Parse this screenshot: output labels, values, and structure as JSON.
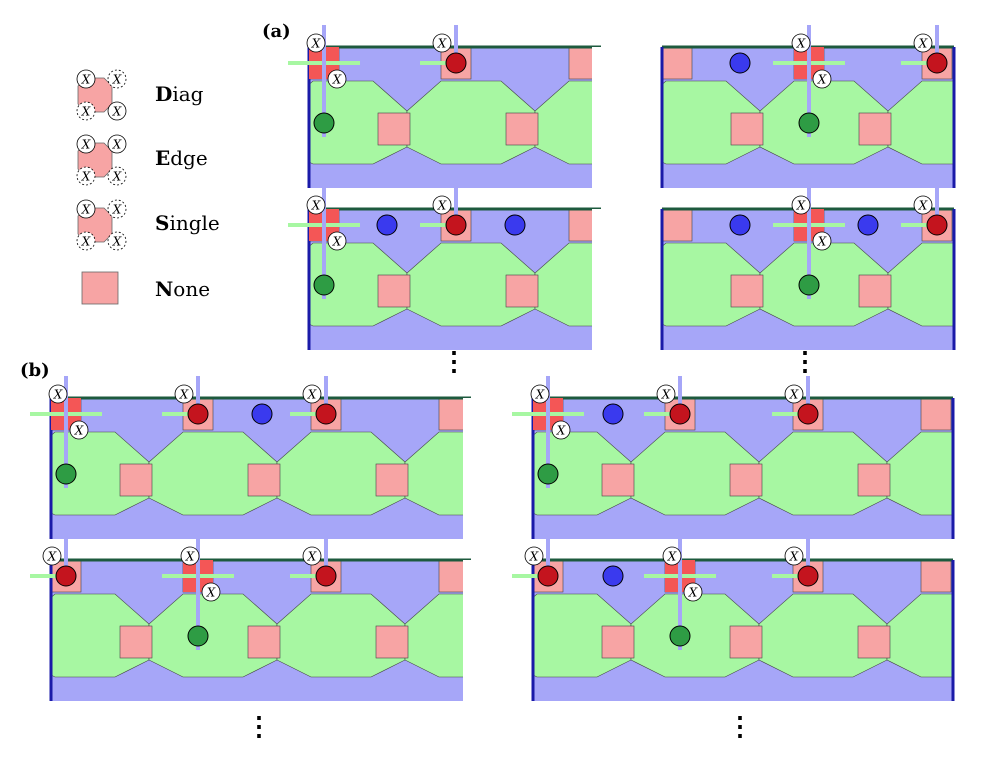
{
  "labels": {
    "panel_a": "(a)",
    "panel_b": "(b)",
    "ellipsis": "⋮"
  },
  "legend": [
    {
      "key": "diag",
      "initial": "D",
      "rest": "iag"
    },
    {
      "key": "edge",
      "initial": "E",
      "rest": "dge"
    },
    {
      "key": "single",
      "initial": "S",
      "rest": "ingle"
    },
    {
      "key": "none",
      "initial": "N",
      "rest": "one"
    }
  ],
  "x_symbol": "X",
  "colors": {
    "green_region": "#a7f7a2",
    "blue_region": "#a6a6f8",
    "pink_plaquette": "#f7a4a4",
    "active_plaquette": "#f45656",
    "red_dot": "#c4141e",
    "blue_dot": "#3a3aee",
    "green_dot": "#2e9c44",
    "top_boundary": "#1d5a3e",
    "side_boundary": "#1a1aa8",
    "light_green_line": "#a7f7a2",
    "light_blue_line": "#a6a6f8"
  },
  "legend_icons": {
    "diag": "octagon-plaquette-with-x-diagonal",
    "edge": "octagon-plaquette-with-x-edge",
    "single": "octagon-plaquette-with-x-single",
    "none": "square-plaquette-none"
  }
}
